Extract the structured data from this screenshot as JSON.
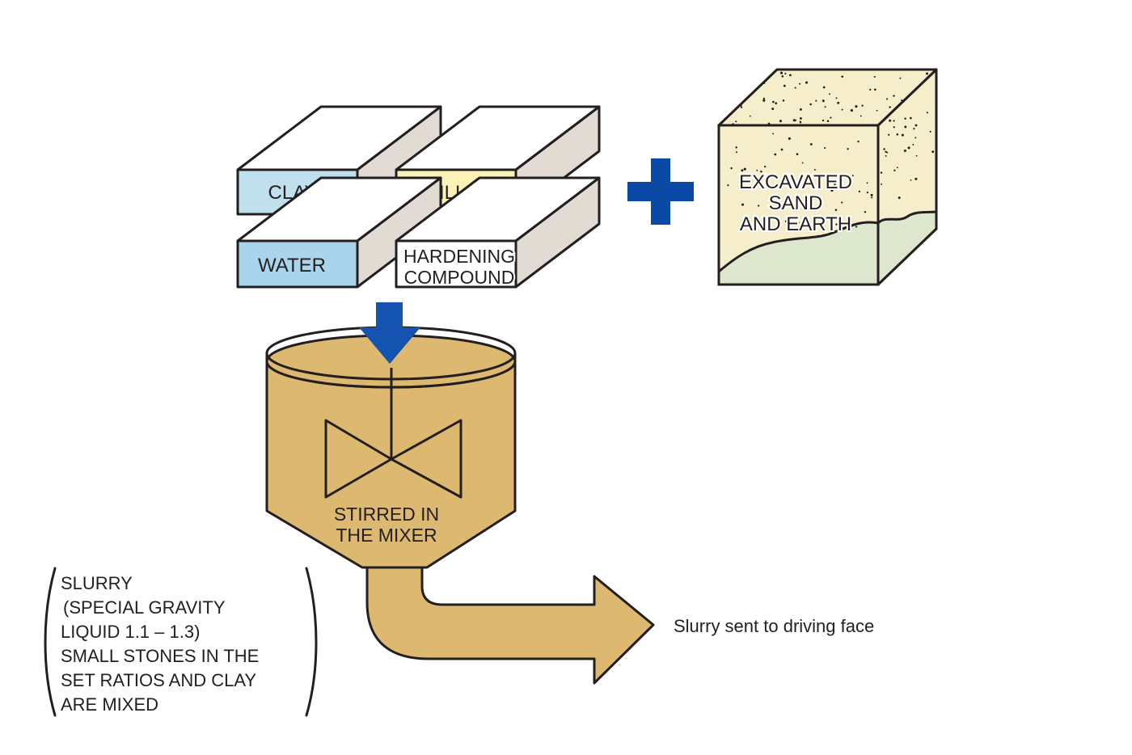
{
  "colors": {
    "clay": "#bfe0ec",
    "filler": "#fbf2b8",
    "water": "#a9d4ec",
    "hardening": "#ffffff",
    "block_top": "#ffffff",
    "block_side": "#e2dbd4",
    "plus": "#0a4aa6",
    "arrow": "#1553b0",
    "slurry": "#ddb871",
    "sand": "#f6eecb",
    "earth": "#dde7cd",
    "outline": "#231f20"
  },
  "materials": {
    "clay": "CLAY",
    "filler": "FILLER",
    "water": "WATER",
    "hardening_line1": "HARDENING",
    "hardening_line2": "COMPOUND"
  },
  "excavated": {
    "line1": "EXCAVATED",
    "line2": "SAND",
    "line3": "AND EARTH"
  },
  "mixer": {
    "line1": "STIRRED IN",
    "line2": "THE MIXER"
  },
  "output_label": "Slurry sent to driving face",
  "slurry_note": {
    "line1": "SLURRY",
    "line2": "(SPECIAL GRAVITY",
    "line3": "LIQUID 1.1 – 1.3)",
    "line4": "SMALL STONES IN THE",
    "line5": "SET RATIOS AND CLAY",
    "line6": "ARE MIXED"
  },
  "icons": {
    "plus": "plus-icon",
    "down_arrow": "down-arrow-icon",
    "output_arrow": "output-arrow-icon",
    "stirrer": "stirrer-blade-icon"
  }
}
